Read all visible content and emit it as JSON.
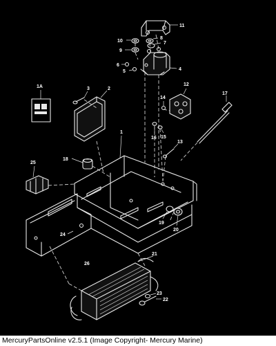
{
  "caption": "MercuryPartsOnline v2.5.1 (Image Copyright- Mercury Marine)",
  "callouts": [
    "1A",
    "1",
    "2",
    "3",
    "4",
    "5",
    "6",
    "7",
    "8",
    "9",
    "10",
    "11",
    "12",
    "13",
    "14",
    "15",
    "16",
    "17",
    "18",
    "19",
    "20",
    "21",
    "22",
    "23",
    "24",
    "25",
    "26"
  ],
  "colors": {
    "background": "#000000",
    "line": "#e8e8e8",
    "caption_bg": "#ffffff",
    "caption_text": "#000000"
  }
}
